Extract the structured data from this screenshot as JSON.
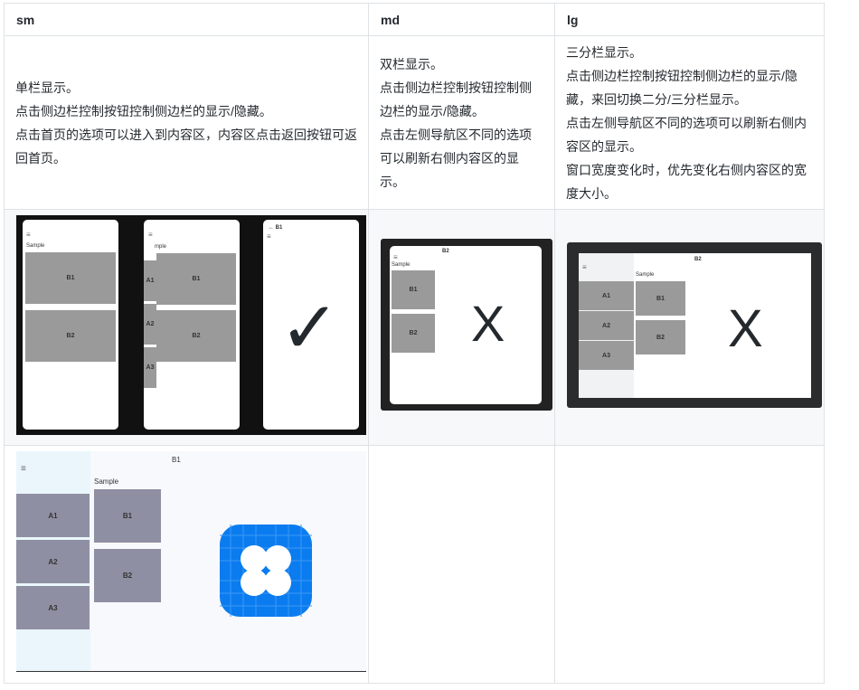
{
  "headers": [
    "sm",
    "md",
    "lg"
  ],
  "descriptions": {
    "sm": [
      "单栏显示。",
      "点击侧边栏控制按钮控制侧边栏的显示/隐藏。",
      "点击首页的选项可以进入到内容区，内容区点击返回按钮可返回首页。"
    ],
    "md": [
      "双栏显示。",
      "点击侧边栏控制按钮控制侧边栏的显示/隐藏。",
      "点击左侧导航区不同的选项可以刷新右侧内容区的显示。"
    ],
    "lg": [
      "三分栏显示。",
      "点击侧边栏控制按钮控制侧边栏的显示/隐藏，来回切换二分/三分栏显示。",
      "点击左侧导航区不同的选项可以刷新右侧内容区的显示。",
      "窗口宽度变化时，优先变化右侧内容区的宽度大小。"
    ]
  },
  "mock": {
    "sample": "Sample",
    "sample_partial": "mple",
    "b1": "B1",
    "b2": "B2",
    "a1": "A1",
    "a2": "A2",
    "a3": "A3",
    "back_title": "← B1",
    "menu": "≡",
    "cross": "X",
    "check": "✓"
  }
}
